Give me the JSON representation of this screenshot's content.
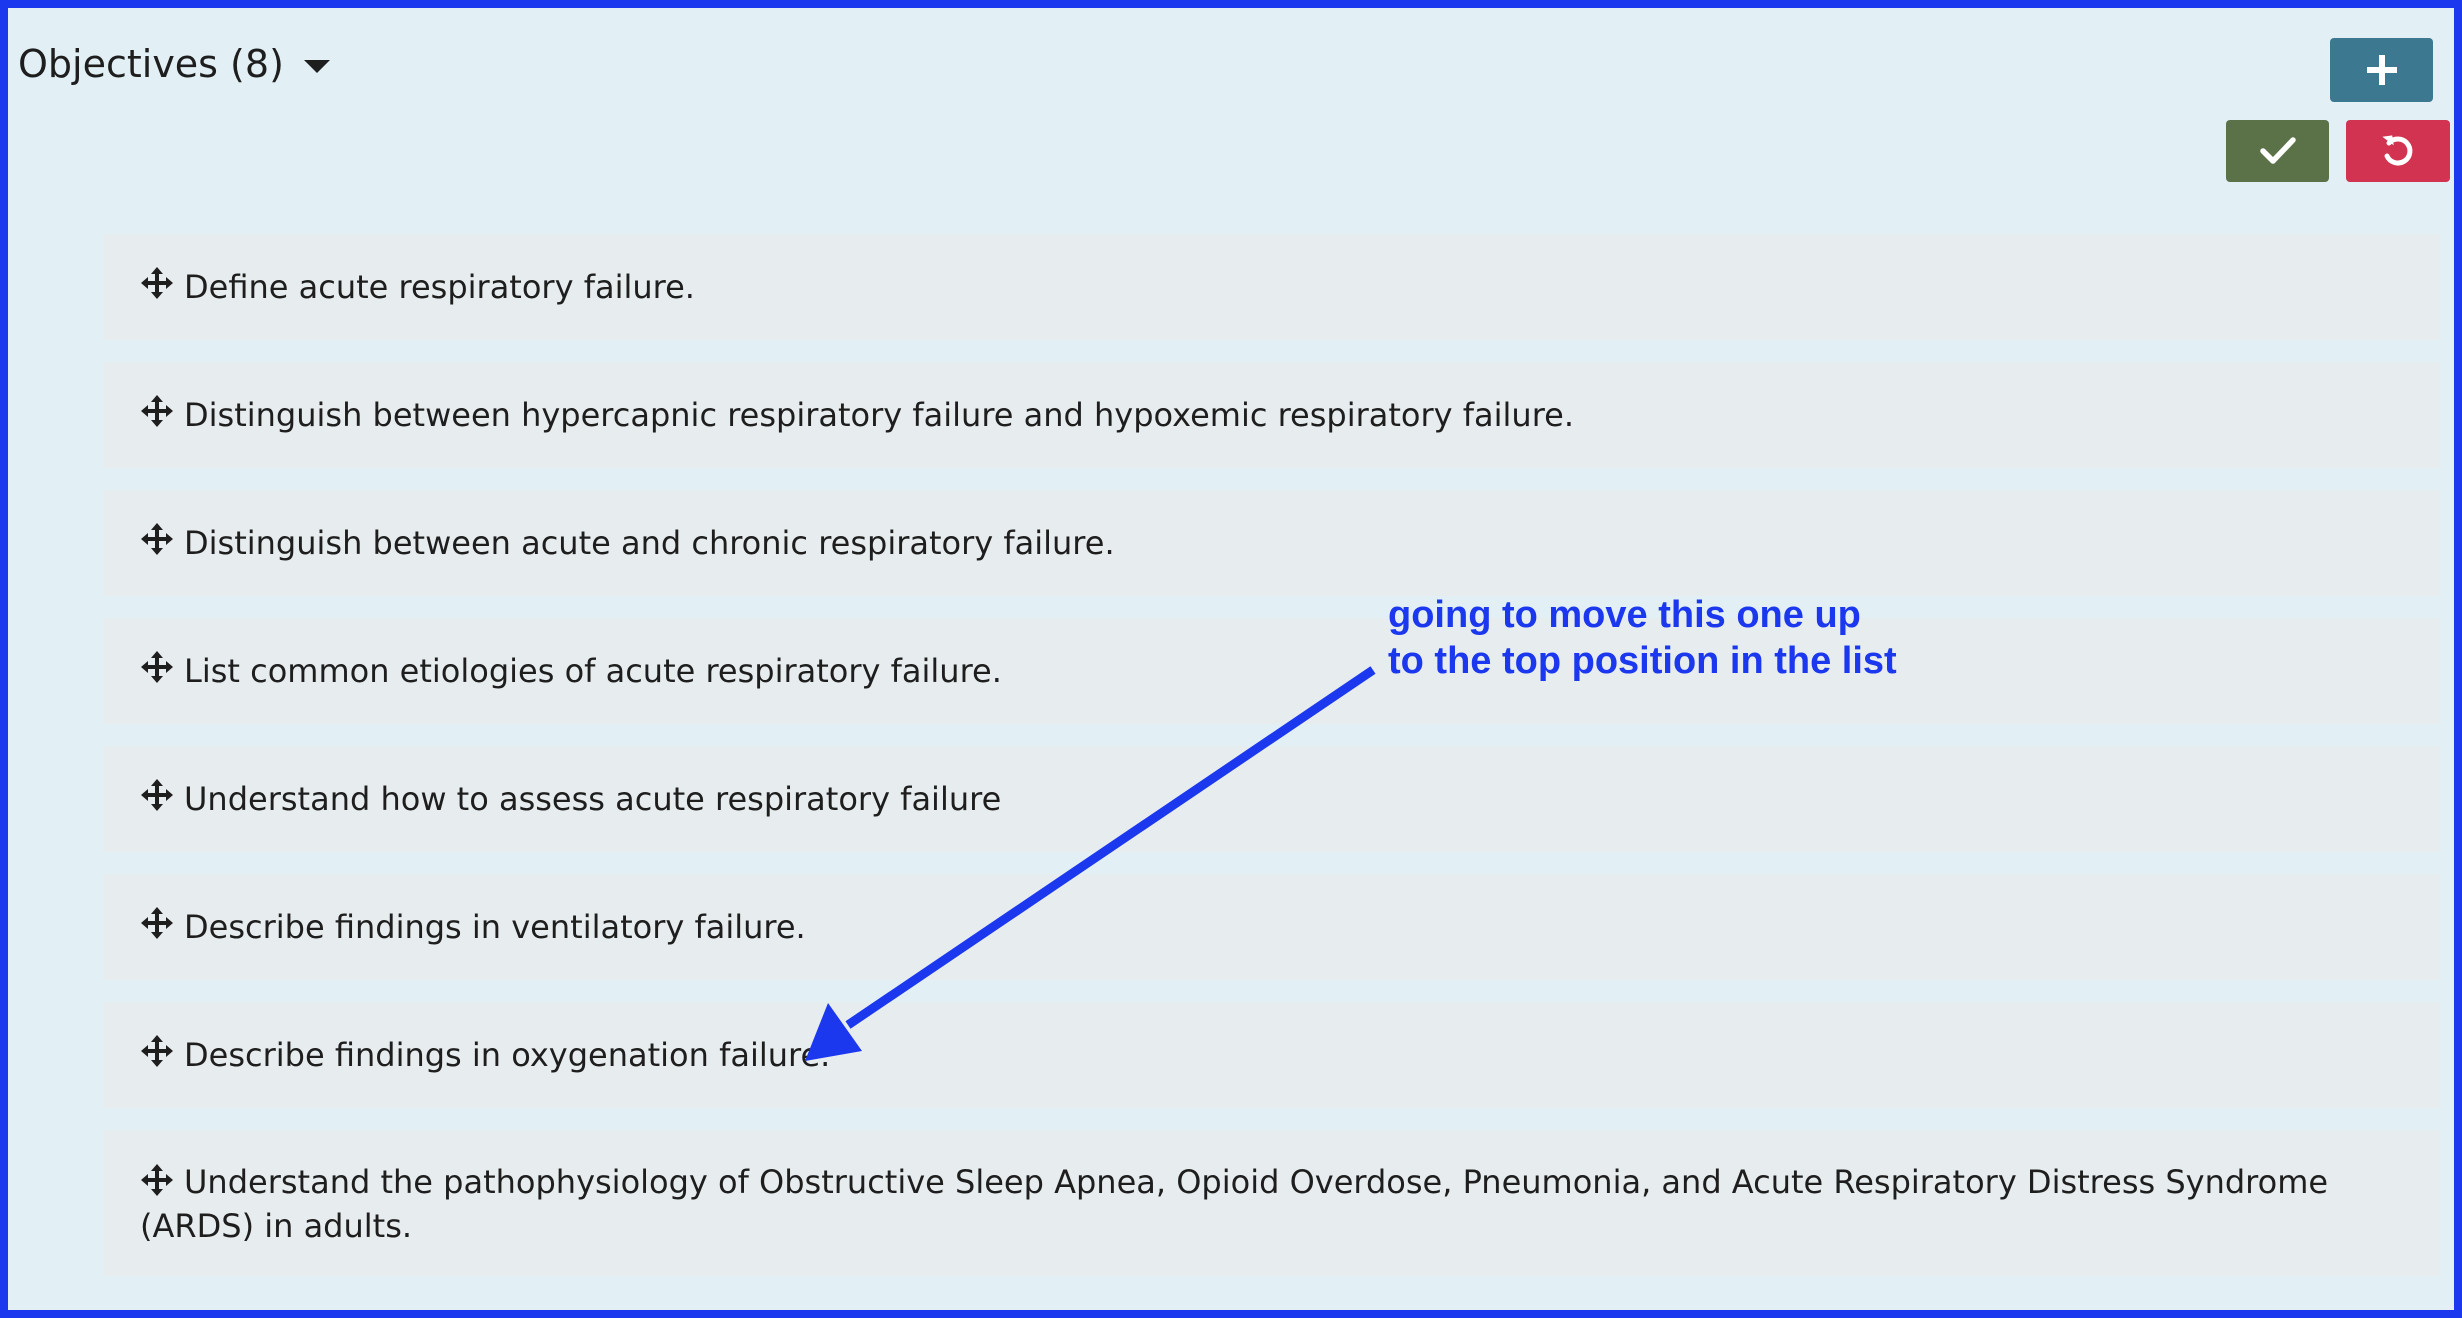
{
  "header": {
    "title": "Objectives (8)"
  },
  "toolbar": {
    "add_icon": "plus-icon",
    "save_icon": "check-icon",
    "reset_icon": "undo-icon"
  },
  "objectives": [
    {
      "text": "Define acute respiratory failure."
    },
    {
      "text": "Distinguish between hypercapnic respiratory failure and hypoxemic respiratory failure."
    },
    {
      "text": "Distinguish between acute and chronic respiratory failure."
    },
    {
      "text": "List common etiologies of acute respiratory failure."
    },
    {
      "text": "Understand how to assess acute respiratory failure"
    },
    {
      "text": "Describe findings in ventilatory failure."
    },
    {
      "text": "Describe findings in oxygenation failure."
    },
    {
      "text": "Understand the pathophysiology of Obstructive Sleep Apnea, Opioid Overdose, Pneumonia, and Acute Respiratory Distress Syndrome (ARDS) in adults."
    }
  ],
  "annotation": {
    "line1": "going to move this one up",
    "line2": "to the top position in the list"
  },
  "colors": {
    "frame_border": "#1b38ee",
    "background": "#e2f0f5",
    "item_background": "#e7ecee",
    "add_button": "#3d7891",
    "save_button": "#5b7249",
    "reset_button": "#d13350",
    "annotation": "#1b38ee"
  }
}
